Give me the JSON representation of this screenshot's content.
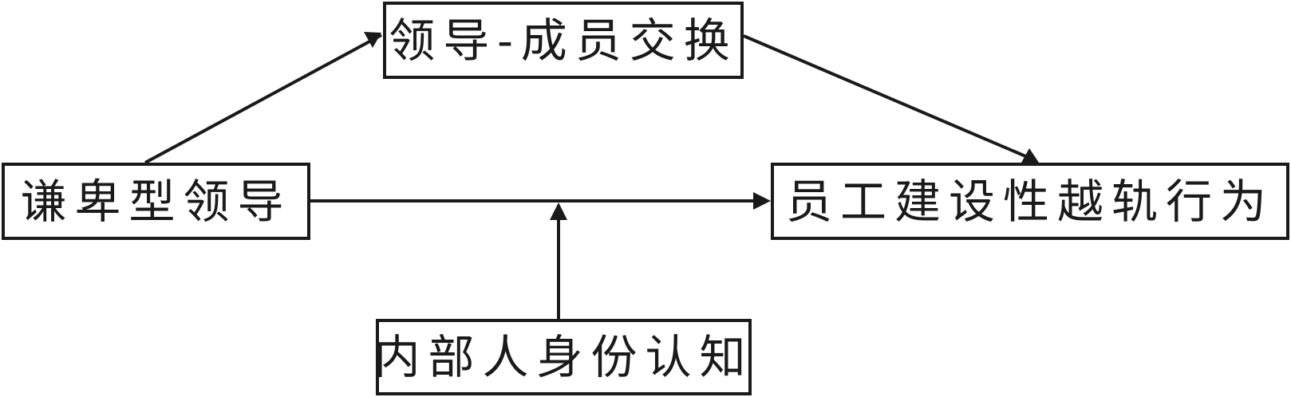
{
  "diagram": {
    "nodes": {
      "humble_leadership": "谦卑型领导",
      "leader_member_exchange": "领导-成员交换",
      "employee_constructive_deviance": "员工建设性越轨行为",
      "psychological_insider_status": "内部人身份认知"
    },
    "edges": [
      {
        "from": "humble_leadership",
        "to": "leader_member_exchange"
      },
      {
        "from": "leader_member_exchange",
        "to": "employee_constructive_deviance"
      },
      {
        "from": "humble_leadership",
        "to": "employee_constructive_deviance"
      },
      {
        "from": "psychological_insider_status",
        "to": "humble_leadership→employee_constructive_deviance"
      }
    ],
    "colors": {
      "stroke": "#1a1a1a",
      "background": "#ffffff"
    }
  }
}
